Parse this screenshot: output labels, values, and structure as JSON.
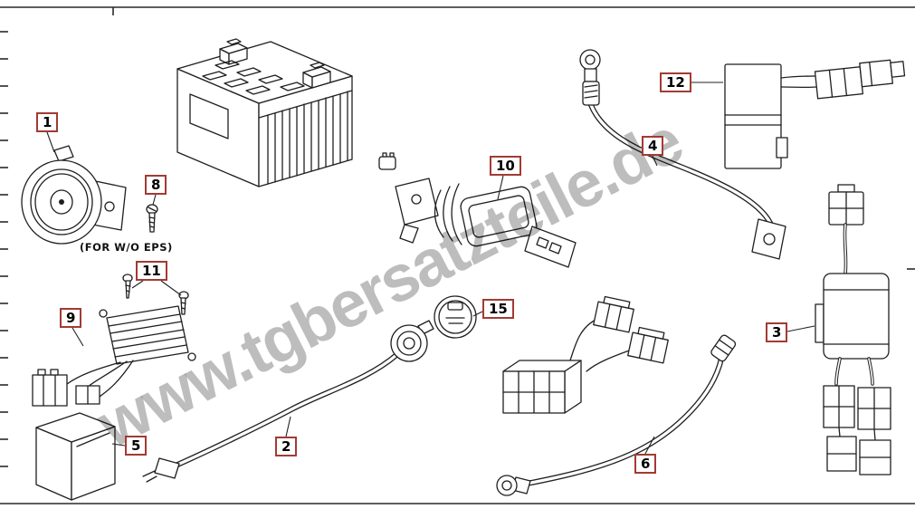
{
  "page": {
    "watermark": "www.tgbersatzteile.de",
    "note": "(FOR W/O EPS)"
  },
  "colors": {
    "callout_border": "#a23b33",
    "line_art": "#1f1f1f",
    "watermark_gray": "#919191",
    "background": "#ffffff"
  },
  "callouts": [
    {
      "num": "1",
      "part": "horn"
    },
    {
      "num": "8",
      "part": "screw"
    },
    {
      "num": "11",
      "part": "mounting-screws"
    },
    {
      "num": "9",
      "part": "rectifier-regulator"
    },
    {
      "num": "5",
      "part": "cdi-unit"
    },
    {
      "num": "2",
      "part": "battery-cable"
    },
    {
      "num": "10",
      "part": "starter-relay"
    },
    {
      "num": "15",
      "part": "fuse"
    },
    {
      "num": "6",
      "part": "sub-wire-harness"
    },
    {
      "num": "12",
      "part": "relay-assembly"
    },
    {
      "num": "4",
      "part": "ground-cable"
    },
    {
      "num": "3",
      "part": "flasher-relay-assembly"
    }
  ]
}
